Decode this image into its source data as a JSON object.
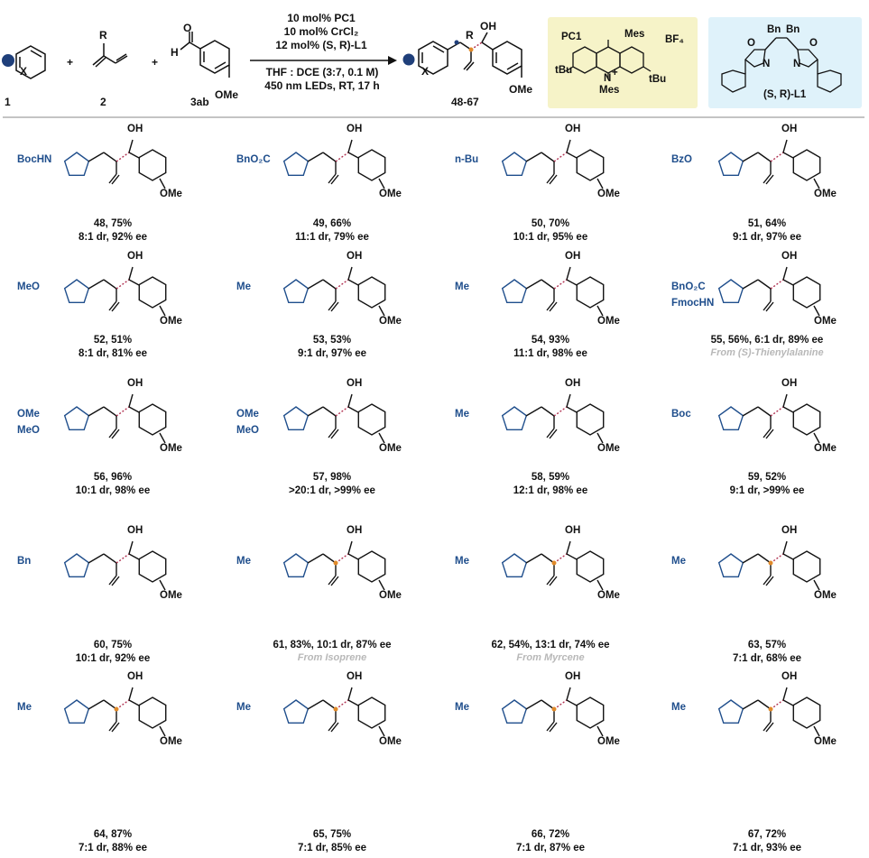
{
  "scheme": {
    "reactant1_label": "1",
    "reactant2_label": "2",
    "reactant3_label": "3ab",
    "plus": "+",
    "r_label": "R",
    "x_label": "X",
    "h_label": "H",
    "o_label": "O",
    "ome": "OMe",
    "oh": "OH",
    "conditions": [
      "10 mol% PC1",
      "10 mol% CrCl₂",
      "12 mol% (S, R)-L1",
      "THF : DCE (3:7, 0.1 M)",
      "450 nm LEDs, RT, 17 h"
    ],
    "product_label": "48-67"
  },
  "pc1": {
    "name": "PC1",
    "mes_top": "Mes",
    "mes_bottom": "Mes",
    "counterion": "BF₄",
    "tbu_left": "tBu",
    "tbu_right": "tBu",
    "n_plus": "N",
    "plus": "+"
  },
  "l1": {
    "name": "(S, R)-L1",
    "bn1": "Bn",
    "bn2": "Bn",
    "o": "O",
    "n": "N"
  },
  "products": [
    {
      "caption": [
        "48, 75%",
        "8:1 dr, 92% ee"
      ],
      "sub": "BocHN"
    },
    {
      "caption": [
        "49, 66%",
        "11:1 dr, 79% ee"
      ],
      "sub": "BnO₂C"
    },
    {
      "caption": [
        "50, 70%",
        "10:1 dr, 95% ee"
      ],
      "sub": "n-Bu"
    },
    {
      "caption": [
        "51, 64%",
        "9:1 dr, 97% ee"
      ],
      "sub": "BzO"
    },
    {
      "caption": [
        "52, 51%",
        "8:1 dr, 81% ee"
      ],
      "sub": "MeO"
    },
    {
      "caption": [
        "53, 53%",
        "9:1 dr, 97% ee"
      ],
      "sub": "Me"
    },
    {
      "caption": [
        "54, 93%",
        "11:1 dr, 98% ee"
      ],
      "sub": "Me"
    },
    {
      "caption": [
        "55, 56%, 6:1 dr, 89% ee"
      ],
      "note": "From (S)-Thienylalanine",
      "sub": "BnO₂C",
      "sub2": "FmocHN"
    },
    {
      "caption": [
        "56, 96%",
        "10:1 dr, 98% ee"
      ],
      "sub": "OMe",
      "sub2": "MeO"
    },
    {
      "caption": [
        "57, 98%",
        ">20:1 dr, >99% ee"
      ],
      "sub": "OMe",
      "sub2": "MeO"
    },
    {
      "caption": [
        "58, 59%",
        "12:1 dr, 98% ee"
      ],
      "sub": "Me"
    },
    {
      "caption": [
        "59, 52%",
        "9:1 dr, >99% ee"
      ],
      "sub": "Boc"
    },
    {
      "caption": [
        "60, 75%",
        "10:1 dr, 92% ee"
      ],
      "sub": "Bn"
    },
    {
      "caption": [
        "61, 83%, 10:1 dr, 87% ee"
      ],
      "note": "From Isoprene",
      "sub": "Me"
    },
    {
      "caption": [
        "62, 54%, 13:1 dr, 74% ee"
      ],
      "note": "From Myrcene",
      "sub": "Me"
    },
    {
      "caption": [
        "63, 57%",
        "7:1 dr, 68% ee"
      ],
      "sub": "Me"
    },
    {
      "caption": [
        "64, 87%",
        "7:1 dr, 88% ee"
      ],
      "sub": "Me"
    },
    {
      "caption": [
        "65, 75%",
        "7:1 dr, 85% ee"
      ],
      "sub": "Me"
    },
    {
      "caption": [
        "66, 72%",
        "7:1 dr, 87% ee"
      ],
      "sub": "Me"
    },
    {
      "caption": [
        "67, 72%",
        "7:1 dr, 93% ee"
      ],
      "sub": "Me"
    }
  ],
  "colors": {
    "heteroaryl": "#1f4e8c",
    "stereo_bond": "#b03050",
    "new_bond_dot": "#e08a2a",
    "pc1_bg": "#f6f3c8",
    "l1_bg": "#dff2fa",
    "note": "#b8b8b8"
  }
}
